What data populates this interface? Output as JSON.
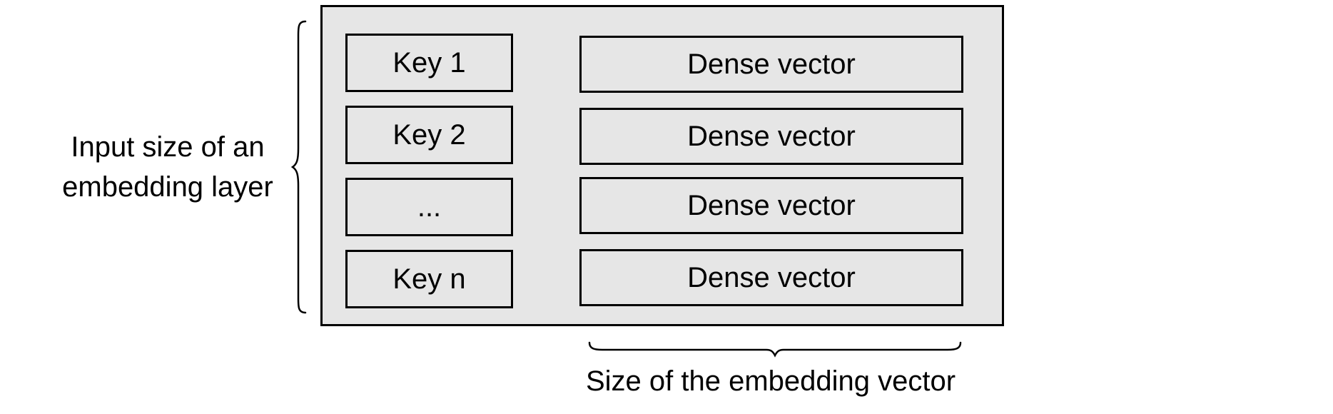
{
  "diagram": {
    "rows": [
      {
        "key": "Key 1",
        "value": "Dense vector"
      },
      {
        "key": "Key 2",
        "value": "Dense vector"
      },
      {
        "key": "...",
        "value": "Dense vector"
      },
      {
        "key": "Key n",
        "value": "Dense vector"
      }
    ],
    "input_size_label_line1": "Input size of an",
    "input_size_label_line2": "embedding layer",
    "vector_size_label": "Size of the embedding vector"
  },
  "colors": {
    "box_fill": "#e6e6e6",
    "stroke": "#000000",
    "background": "#ffffff"
  }
}
